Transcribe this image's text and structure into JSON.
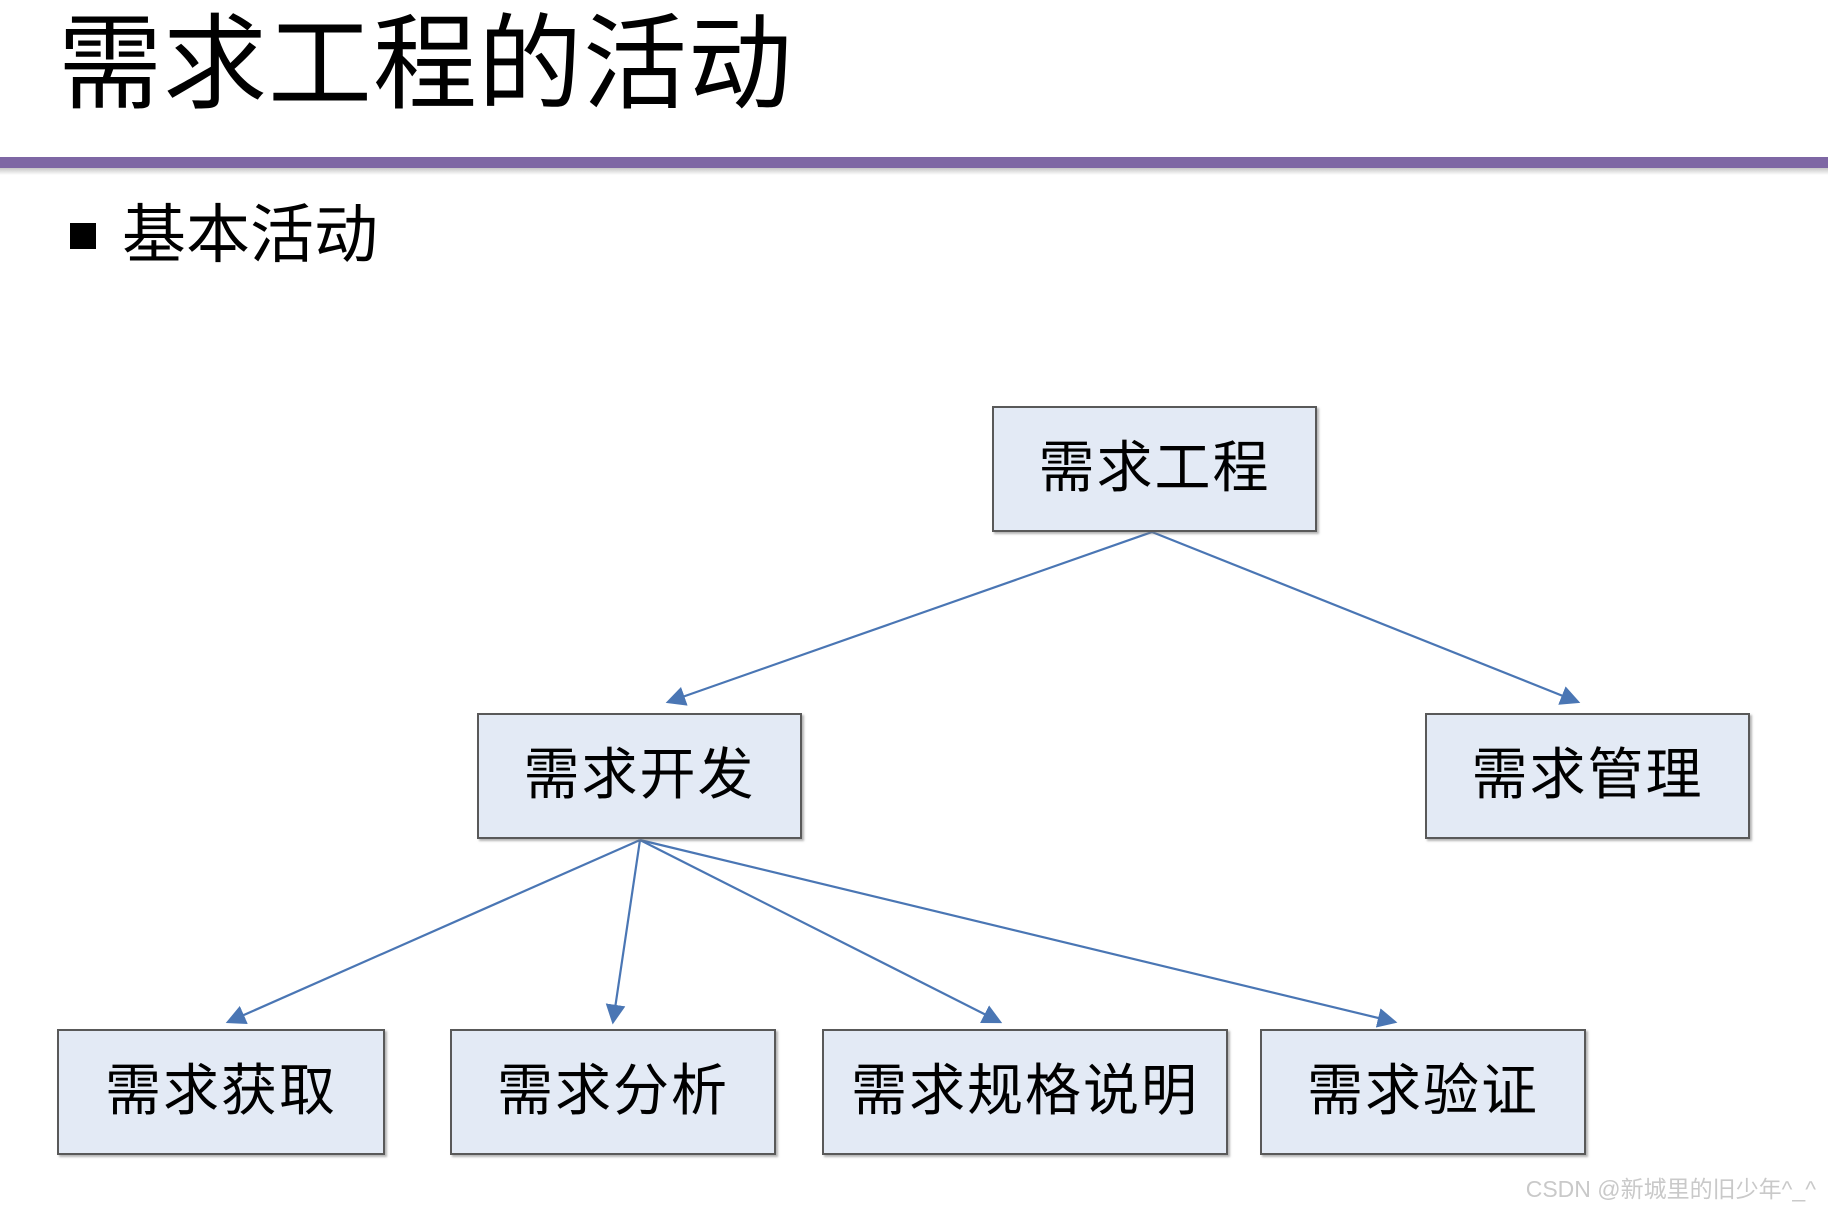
{
  "slide": {
    "title": "需求工程的活动",
    "divider_color": "#7e67a4",
    "background_color": "#ffffff"
  },
  "bullet": {
    "marker": "square-bullet",
    "text": "基本活动"
  },
  "diagram": {
    "type": "tree",
    "node_fill": "#e3eaf5",
    "node_border": "#595959",
    "connector_color": "#4a76b4",
    "nodes": [
      {
        "id": "req-engineering",
        "label": "需求工程",
        "level": 0
      },
      {
        "id": "req-development",
        "label": "需求开发",
        "level": 1
      },
      {
        "id": "req-management",
        "label": "需求管理",
        "level": 1
      },
      {
        "id": "req-elicitation",
        "label": "需求获取",
        "level": 2
      },
      {
        "id": "req-analysis",
        "label": "需求分析",
        "level": 2
      },
      {
        "id": "req-specification",
        "label": "需求规格说明",
        "level": 2
      },
      {
        "id": "req-validation",
        "label": "需求验证",
        "level": 2
      }
    ],
    "edges": [
      {
        "from": "req-engineering",
        "to": "req-development"
      },
      {
        "from": "req-engineering",
        "to": "req-management"
      },
      {
        "from": "req-development",
        "to": "req-elicitation"
      },
      {
        "from": "req-development",
        "to": "req-analysis"
      },
      {
        "from": "req-development",
        "to": "req-specification"
      },
      {
        "from": "req-development",
        "to": "req-validation"
      }
    ]
  },
  "watermark": {
    "text": "CSDN @新城里的旧少年^_^"
  }
}
